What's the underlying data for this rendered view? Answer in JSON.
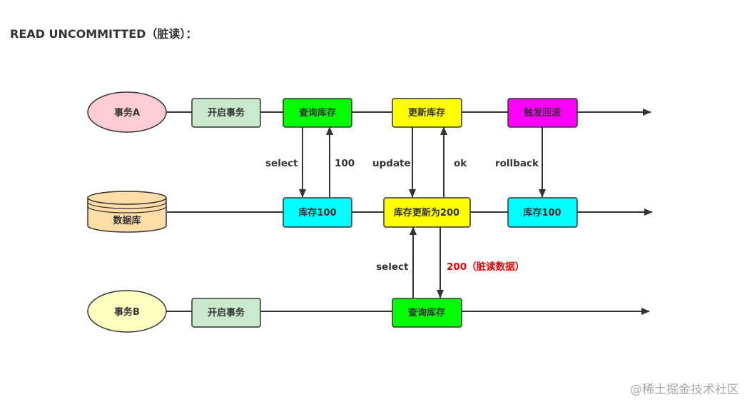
{
  "title": "READ UNCOMMITTED（脏读）：",
  "lanes": {
    "a": "事务A",
    "db": "数据库",
    "b": "事务B"
  },
  "nodes": {
    "a_begin": "开启事务",
    "a_query": "查询库存",
    "a_update": "更新库存",
    "a_rollback": "触发回滚",
    "db_stock1": "库存100",
    "db_update": "库存更新为200",
    "db_stock2": "库存100",
    "b_begin": "开启事务",
    "b_query": "查询库存"
  },
  "edge_labels": {
    "select1": "select",
    "ret100": "100",
    "update": "update",
    "ok": "ok",
    "rollback": "rollback",
    "select2": "select",
    "dirty": "200（脏读数据）"
  },
  "colors": {
    "lane_a": "#ffccd5",
    "db": "#ffdda6",
    "lane_b": "#ffffc2",
    "begin": "#c9e8cc",
    "query": "#00ff00",
    "update": "#ffff00",
    "rollback": "#ff00ff",
    "stock": "#00ffff",
    "dirty": "#e60000"
  },
  "watermark": "@稀土掘金技术社区"
}
